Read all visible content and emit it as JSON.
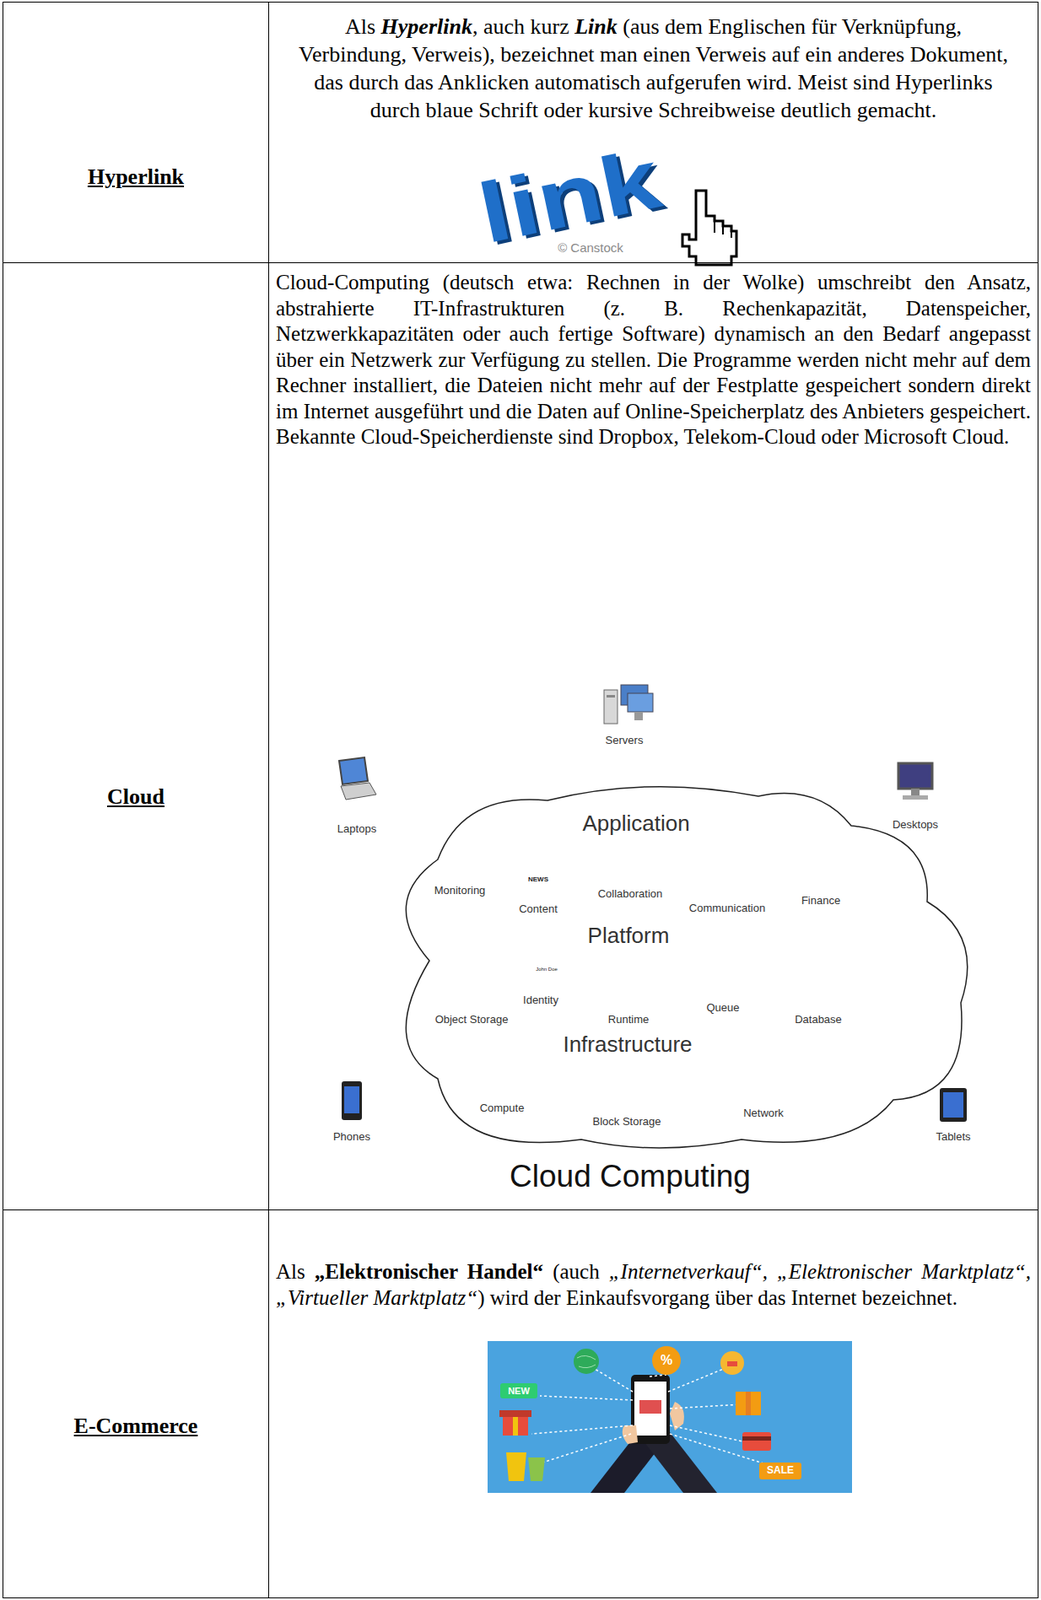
{
  "diagram": {
    "nodes": [
      {
        "text": [
          "Hyperlink"
        ]
      },
      {
        "text": [
          "Als ",
          "Hyperlink",
          ", auch kurz",
          "Link",
          "(aus dem Englischen für Verknüpfung, Verbindung, Verweis), bezeichnet man einen Verweis auf ein anderes Dokument, das durch das Anklicken automatisch aufgerufen wird. Meist sind Hyperlinks durch blaue Schrift oder kursive Schreibweise deutlich gemacht."
        ]
      },
      {
        "text": [
          "Cloud"
        ]
      },
      {
        "text": [
          "Cloud-Computing (deutsch etwa: Rechnen in der Wolke) umschreibt den Ansatz, abstrahierte IT-Infrastrukturen (z. B. Rechenkapazität, Datenspeicher, Netzwerkkapazitäten oder auch fertige Software) dynamisch an den Bedarf angepasst über ein Netzwerk zur Verfügung zu stellen. Die Programme werden nicht mehr auf dem Rechner installiert, die Dateien nicht mehr auf der Festplatte gespeichert sondern direkt im Internet ausgeführt und die Daten auf Online-Speicherplatz des Anbieters gespeichert. Bekannte Cloud-Speicherdienste sind Dropbox, Telekom-Cloud oder Microsoft Cloud."
        ]
      },
      {
        "text": [
          "Application",
          "Platform",
          "Infrastructure"
        ],
        "in": 3
      },
      {
        "text": [
          "E-Commerce"
        ]
      },
      {
        "text": [
          "Als",
          "„Elektronischer Handel“",
          "(auch",
          "„Internetverkauf“, „Elektronischer Marktplatz“, „Virtueller Marktplatz“",
          ") wird der Einkaufsvorgang über das Internet bezeichnet."
        ]
      }
    ],
    "labels": [
      "link",
      "© Canstock",
      "Servers",
      "Laptops",
      "Desktops",
      "Monitoring",
      "NEWS",
      "Content",
      "Collaboration",
      "Communication",
      "Finance",
      "John Doe",
      "Identity",
      "Object Storage",
      "Runtime",
      "Queue",
      "Database",
      "Compute",
      "Block Storage",
      "Network",
      "Phones",
      "Tablets",
      "Cloud Computing",
      "NEW",
      "%",
      "SALE"
    ]
  }
}
